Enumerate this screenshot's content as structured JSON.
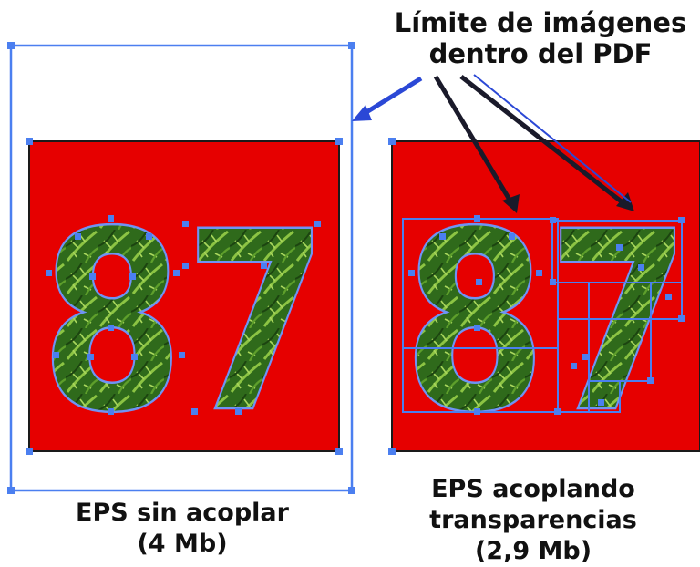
{
  "title": {
    "line1": "Límite de imágenes",
    "line2": "dentro del PDF"
  },
  "panels": {
    "left": {
      "digits": "87",
      "caption_line1": "EPS sin acoplar",
      "caption_line2": "(4 Mb)"
    },
    "right": {
      "digits": "87",
      "caption_line1": "EPS acoplando",
      "caption_line2": "transparencias",
      "caption_line3": "(2,9 Mb)"
    }
  },
  "colors": {
    "background": "#ffffff",
    "artboard_fill": "#e60000",
    "selection_blue": "#4b7ff0",
    "pointer_blue": "#2b48d6",
    "pointer_dark": "#1a1a2a",
    "leaf_green_light": "#7fbf3a",
    "leaf_green_dark": "#1f4f12",
    "text": "#111111"
  }
}
